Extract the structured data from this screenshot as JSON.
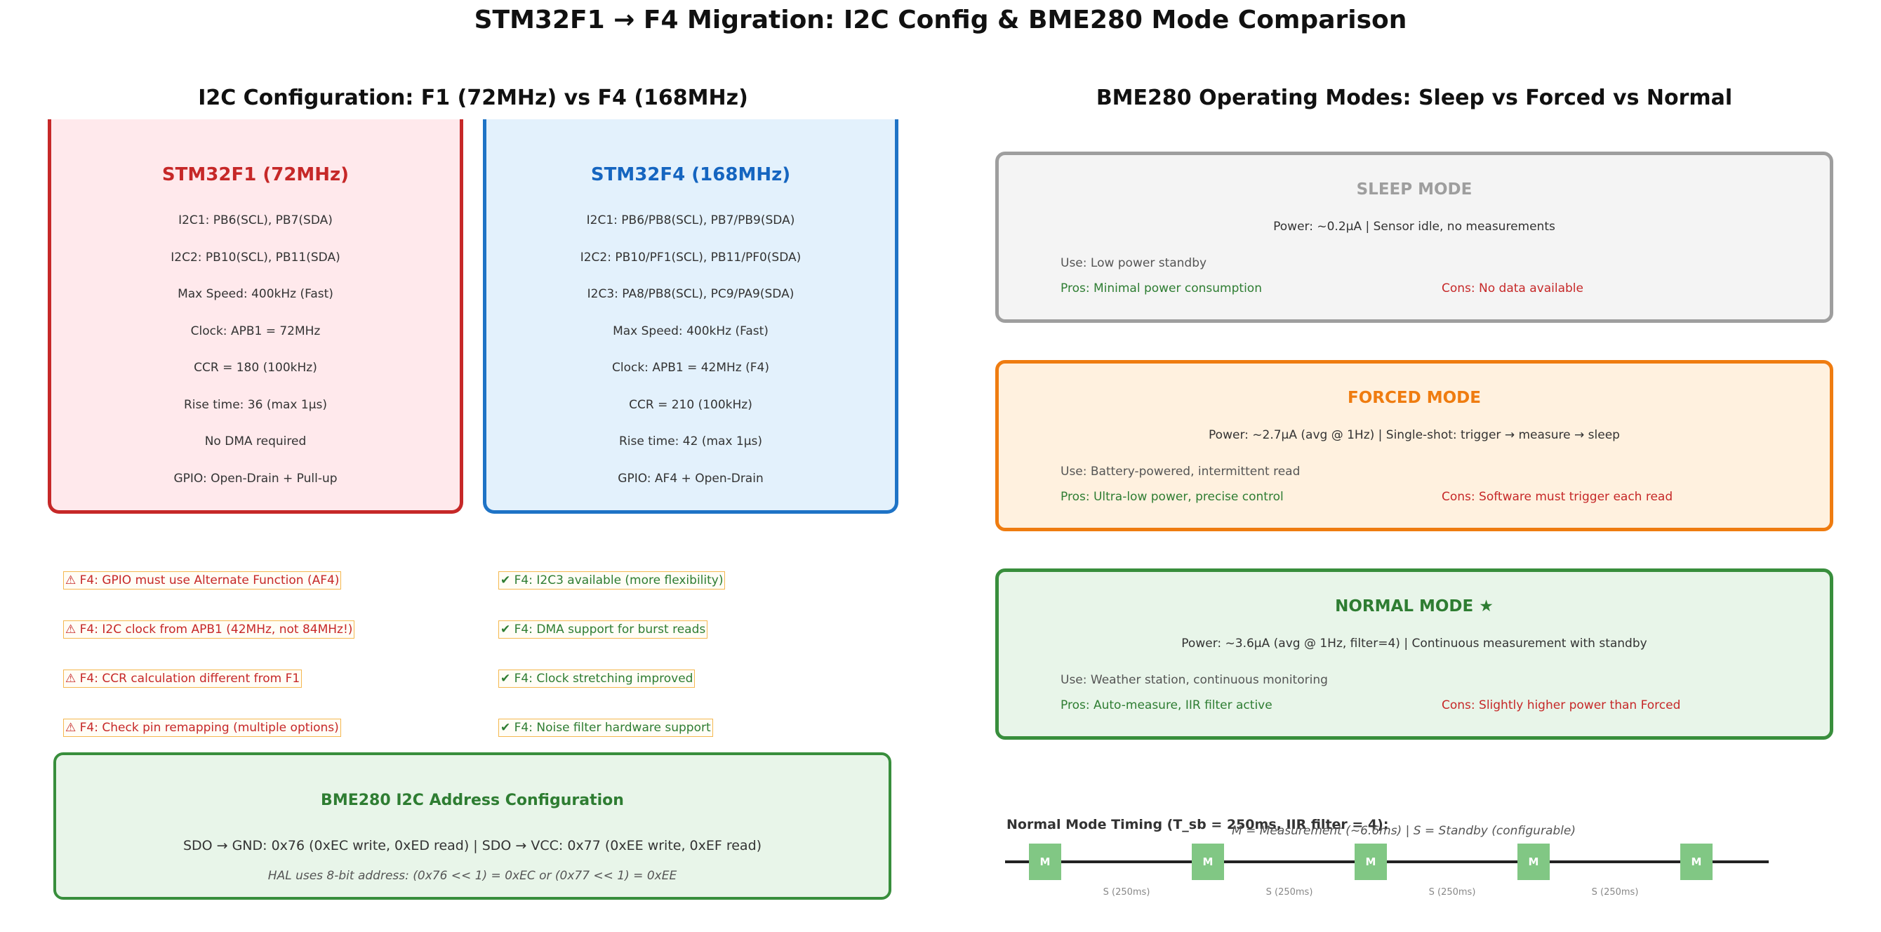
{
  "main_title": "STM32F1 → F4 Migration: I2C Config & BME280 Mode Comparison",
  "left_panel": {
    "title": "I2C Configuration: F1 (72MHz) vs F4 (168MHz)",
    "f1": {
      "title": "STM32F1 (72MHz)",
      "color": "#c62828",
      "specs": [
        "I2C1: PB6(SCL), PB7(SDA)",
        "I2C2: PB10(SCL), PB11(SDA)",
        "Max Speed: 400kHz (Fast)",
        "Clock: APB1 = 72MHz",
        "CCR = 180 (100kHz)",
        "Rise time: 36 (max 1µs)",
        "No DMA required",
        "GPIO: Open-Drain + Pull-up"
      ]
    },
    "f4": {
      "title": "STM32F4 (168MHz)",
      "color": "#1565c0",
      "specs": [
        "I2C1: PB6/PB8(SCL), PB7/PB9(SDA)",
        "I2C2: PB10/PF1(SCL), PB11/PF0(SDA)",
        "I2C3: PA8/PB8(SCL), PC9/PA9(SDA)",
        "Max Speed: 400kHz (Fast)",
        "Clock: APB1 = 42MHz (F4)",
        "CCR = 210 (100kHz)",
        "Rise time: 42 (max 1µs)",
        "GPIO: AF4 + Open-Drain"
      ]
    },
    "warnings": [
      "⚠ F4: GPIO must use Alternate Function (AF4)",
      "⚠ F4: I2C clock from APB1 (42MHz, not 84MHz!)",
      "⚠ F4: CCR calculation different from F1",
      "⚠ F4: Check pin remapping (multiple options)"
    ],
    "benefits": [
      "✔ F4: I2C3 available (more flexibility)",
      "✔ F4: DMA support for burst reads",
      "✔ F4: Clock stretching improved",
      "✔ F4: Noise filter hardware support"
    ],
    "address_box": {
      "title": "BME280 I2C Address Configuration",
      "line": "SDO → GND: 0x76 (0xEC write, 0xED read) | SDO → VCC: 0x77 (0xEE write, 0xEF read)",
      "note": "HAL uses 8-bit address: (0x76 << 1) = 0xEC or (0x77 << 1) = 0xEE"
    }
  },
  "right_panel": {
    "title": "BME280 Operating Modes: Sleep vs Forced vs Normal",
    "modes": [
      {
        "title": "SLEEP MODE",
        "power": "Power: ~0.2µA | Sensor idle, no measurements",
        "use": "Use: Low power standby",
        "pros": "Pros: Minimal power consumption",
        "cons": "Cons: No data available",
        "title_color": "#9e9e9e",
        "border_color": "#9e9e9e",
        "bg_color": "#f4f4f4"
      },
      {
        "title": "FORCED MODE",
        "power": "Power: ~2.7µA (avg @ 1Hz) | Single-shot: trigger → measure → sleep",
        "use": "Use: Battery-powered, intermittent read",
        "pros": "Pros: Ultra-low power, precise control",
        "cons": "Cons: Software must trigger each read",
        "title_color": "#ef7c10",
        "border_color": "#ef7c10",
        "bg_color": "#fff1df"
      },
      {
        "title": "NORMAL MODE ★",
        "power": "Power: ~3.6µA (avg @ 1Hz, filter=4) | Continuous measurement with standby",
        "use": "Use: Weather station, continuous monitoring",
        "pros": "Pros: Auto-measure, IIR filter active",
        "cons": "Cons: Slightly higher power than Forced",
        "title_color": "#2e7d32",
        "border_color": "#388e3c",
        "bg_color": "#e8f5e9"
      }
    ],
    "timing": {
      "title": "Normal Mode Timing (T_sb = 250ms, IIR filter = 4):",
      "legend": "M = Measurement (~6.6ms) | S = Standby (configurable)",
      "measure_label": "M",
      "standby_label": "S (250ms)",
      "measure_count": 5
    }
  }
}
